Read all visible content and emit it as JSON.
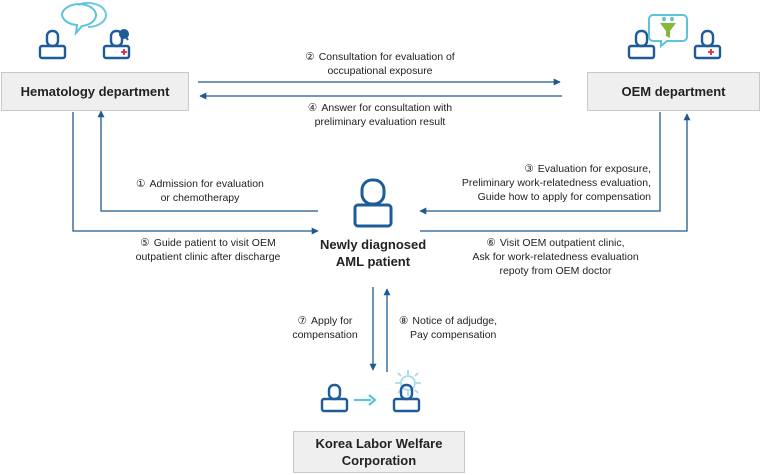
{
  "nodes": {
    "hematology": "Hematology department",
    "oem": "OEM department",
    "patient_line1": "Newly diagnosed",
    "patient_line2": "AML patient",
    "kolwc_line1": "Korea Labor Welfare",
    "kolwc_line2": "Corporation"
  },
  "steps": {
    "s1": {
      "num": "①",
      "line1": "Admission for evaluation",
      "line2": "or chemotherapy"
    },
    "s2": {
      "num": "②",
      "line1": "Consultation for evaluation of",
      "line2": "occupational exposure"
    },
    "s3": {
      "num": "③",
      "line1": "Evaluation for exposure,",
      "line2": "Preliminary work-relatedness evaluation,",
      "line3": "Guide how to apply for compensation"
    },
    "s4": {
      "num": "④",
      "line1": "Answer for consultation with",
      "line2": "preliminary evaluation result"
    },
    "s5": {
      "num": "⑤",
      "line1": "Guide patient to visit OEM",
      "line2": "outpatient clinic after discharge"
    },
    "s6": {
      "num": "⑥",
      "line1": "Visit OEM outpatient clinic,",
      "line2": "Ask for work-relatedness evaluation",
      "line3": "repoty from OEM doctor"
    },
    "s7": {
      "num": "⑦",
      "line1": "Apply for",
      "line2": "compensation"
    },
    "s8": {
      "num": "⑧",
      "line1": "Notice of adjudge,",
      "line2": "Pay compensation"
    }
  },
  "colors": {
    "arrow": "#1f5a8f",
    "icon_dark": "#1d5c99",
    "icon_light": "#5bc3dc",
    "accent_red": "#d9302c",
    "accent_green": "#86b93a",
    "box_fill": "#efefef"
  },
  "icons": [
    "person-icon",
    "speech-bubble-icon",
    "doctor-icon",
    "gear-icon",
    "funnel-icon",
    "arrow-right-icon"
  ]
}
